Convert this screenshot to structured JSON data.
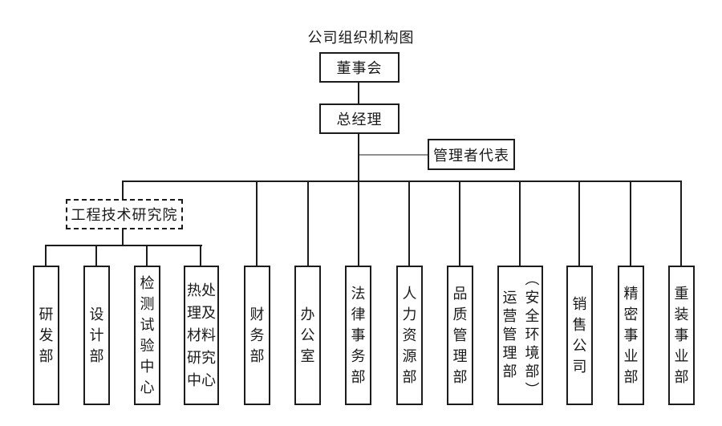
{
  "title": "公司组织机构图",
  "colors": {
    "line": "#1c1c1c",
    "branch_line": "#8f8f8f",
    "text": "#1a1a1a",
    "background": "#ffffff"
  },
  "chart": {
    "board": {
      "label": "董事会"
    },
    "general_manager": {
      "label": "总经理"
    },
    "management_representative": {
      "label": "管理者代表"
    },
    "research_institute": {
      "label": "工程技术研究院",
      "children": [
        {
          "label": "研发部"
        },
        {
          "label": "设计部"
        },
        {
          "label": "检测试验中心"
        },
        {
          "label": "热处理及材料研究中心",
          "display": "热处\n理及\n材料\n研究\n中心"
        }
      ]
    },
    "departments": [
      {
        "label": "财务部"
      },
      {
        "label": "办公室"
      },
      {
        "label": "法律事务部"
      },
      {
        "label": "人力资源部"
      },
      {
        "label": "品质管理部"
      },
      {
        "label": "运营管理部（安全环境部）",
        "display": "运营管理部\n（安全环境部）"
      },
      {
        "label": "销售公司"
      },
      {
        "label": "精密事业部"
      },
      {
        "label": "重装事业部"
      }
    ]
  }
}
